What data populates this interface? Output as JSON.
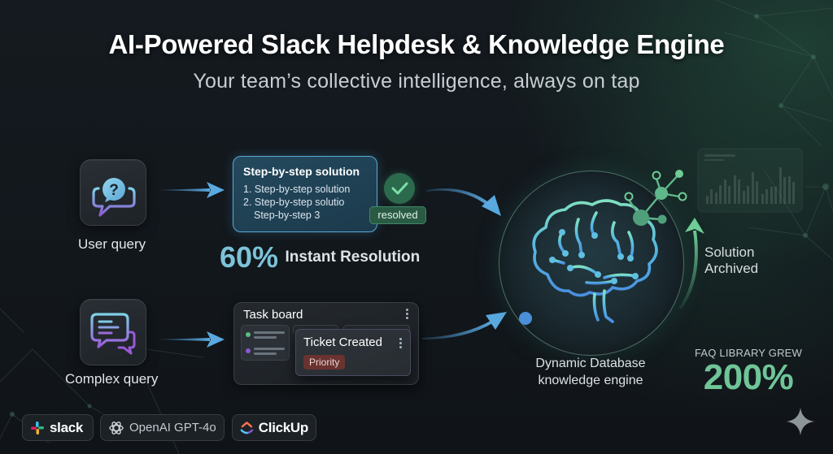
{
  "header": {
    "title": "AI-Powered Slack Helpdesk & Knowledge Engine",
    "subtitle": "Your team’s collective intelligence, always on tap"
  },
  "flow_top": {
    "source": {
      "label": "User query",
      "icon": "question-chat-icon"
    },
    "solution_card": {
      "title": "Step-by-step solution",
      "steps": [
        "1. Step-by-step solution",
        "2. Step-by-step solutio",
        "Step-by-step 3"
      ]
    },
    "status": {
      "icon": "check-icon",
      "badge": "resolved"
    },
    "stat": {
      "value": "60%",
      "label": "Instant Resolution"
    }
  },
  "flow_bottom": {
    "source": {
      "label": "Complex query",
      "icon": "multi-chat-icon"
    },
    "task_board": {
      "title": "Task board",
      "ticket": {
        "title": "Ticket Created",
        "badge": "Priority"
      }
    }
  },
  "engine": {
    "label_line1": "Dynamic Database",
    "label_line2": "knowledge engine",
    "icon": "brain-network-icon"
  },
  "feedback": {
    "label_line1": "Solution",
    "label_line2": "Archived"
  },
  "faq_stat": {
    "label": "FAQ LIBRARY GREW",
    "value": "200%"
  },
  "integrations": [
    {
      "name": "slack",
      "icon": "slack-logo-icon"
    },
    {
      "name": "OpenAI GPT-4o",
      "icon": "openai-logo-icon"
    },
    {
      "name": "ClickUp",
      "icon": "clickup-logo-icon"
    }
  ],
  "colors": {
    "background": "#12171c",
    "accent_blue": "#5aa9d6",
    "accent_green": "#6fc598",
    "stat_blue": "#7cc3d8",
    "priority_red": "#6a3330",
    "resolved_green": "#2a5a43"
  }
}
